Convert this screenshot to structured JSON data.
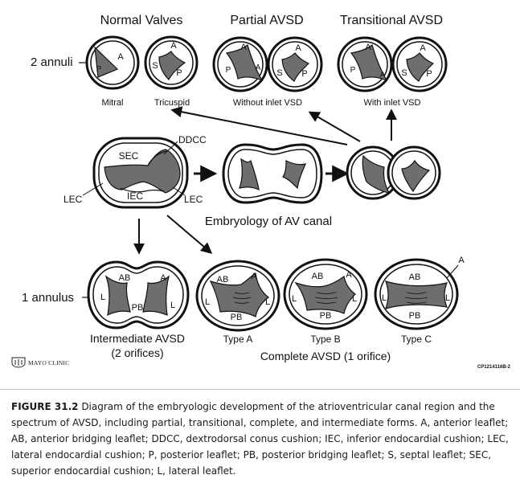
{
  "headers": {
    "normal": "Normal Valves",
    "partial": "Partial AVSD",
    "transitional": "Transitional AVSD"
  },
  "row_labels": {
    "two_annuli": "2 annuli",
    "one_annulus": "1 annulus"
  },
  "normal_valves": {
    "mitral_letters": [
      "A",
      "P"
    ],
    "tricuspid_letters": [
      "A",
      "S",
      "P"
    ],
    "mitral_caption": "Mitral",
    "tricuspid_caption": "Tricuspid"
  },
  "partial": {
    "letters": [
      "A",
      "P",
      "A",
      "A",
      "S",
      "P"
    ],
    "caption": "Without inlet VSD"
  },
  "transitional": {
    "letters": [
      "A",
      "P",
      "A",
      "A",
      "S",
      "P"
    ],
    "caption": "With inlet VSD"
  },
  "embryology": {
    "cushions": {
      "sec": "SEC",
      "ddcc": "DDCC",
      "iec": "IEC",
      "lec_left": "LEC",
      "lec_right": "LEC"
    },
    "title": "Embryology of AV canal"
  },
  "intermediate": {
    "letters": [
      "AB",
      "A",
      "L",
      "PB",
      "L"
    ],
    "title": "Intermediate AVSD",
    "subtitle": "(2 orifices)"
  },
  "complete": {
    "type_a": {
      "letters": [
        "AB",
        "A",
        "L",
        "L",
        "PB"
      ],
      "caption": "Type A"
    },
    "type_b": {
      "letters": [
        "AB",
        "A",
        "L",
        "L",
        "PB"
      ],
      "caption": "Type B"
    },
    "type_c": {
      "letters": [
        "AB",
        "A",
        "L",
        "L",
        "PB"
      ],
      "caption": "Type C"
    },
    "title": "Complete AVSD (1 orifice)"
  },
  "logo_text": "MAYO CLINIC",
  "figure_code": "CP1214116B-2",
  "caption": {
    "label": "FIGURE 31.2",
    "text": "Diagram of the embryologic development of the atrioventricular canal region and the spectrum of AVSD, including partial, transitional, complete, and intermediate forms. A, anterior leaflet; AB, anterior bridging leaflet; DDCC, dextrodorsal conus cushion; IEC, inferior endocardial cushion; LEC, lateral endocardial cushion; P, posterior leaflet; PB, posterior bridging leaflet; S, septal leaflet; SEC, superior endocardial cushion; L, lateral leaflet."
  },
  "colors": {
    "leaflet_fill": "#6e6e6e",
    "outline": "#111111"
  }
}
